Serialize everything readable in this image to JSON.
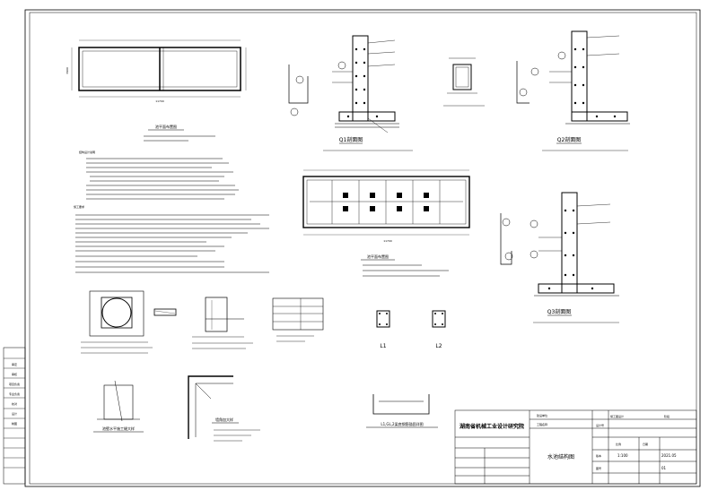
{
  "title_block": {
    "institute": "湖南省机械工业设计研究院",
    "project_label": "建设单位",
    "project_name_label": "工程名称",
    "drawing_title": "水池结构图",
    "drawing_no_label": "设计号",
    "specialty_label": "施工图设计",
    "stage_label": "阶段",
    "sheet_label": "图号",
    "scale_label": "比例",
    "date_label": "日期",
    "version_label": "版本",
    "scale_value": "1:100",
    "date_value": "2021.05",
    "sheet_no": "01",
    "side_rows": [
      "审定",
      "审核",
      "项目负责",
      "专业负责",
      "校对",
      "设计",
      "制图"
    ]
  },
  "views": {
    "top_plan_title": "池平面布置图",
    "base_plan_title": "池平面布置图",
    "q1_title": "Q1剖面图",
    "q2_title": "Q2剖面图",
    "q3_title": "Q3剖面图",
    "l1_title": "L1",
    "l2_title": "L2",
    "l_detail_title": "L1,GL,2梁底钢筋锚固详图",
    "water_stop_title": "池壁水平施工缝大样",
    "corner_title": "墙角加大样",
    "dim_total": "11700",
    "dim_height": "3900"
  },
  "notes": {
    "heading1": "结构设计说明",
    "heading2": "施工要求"
  }
}
